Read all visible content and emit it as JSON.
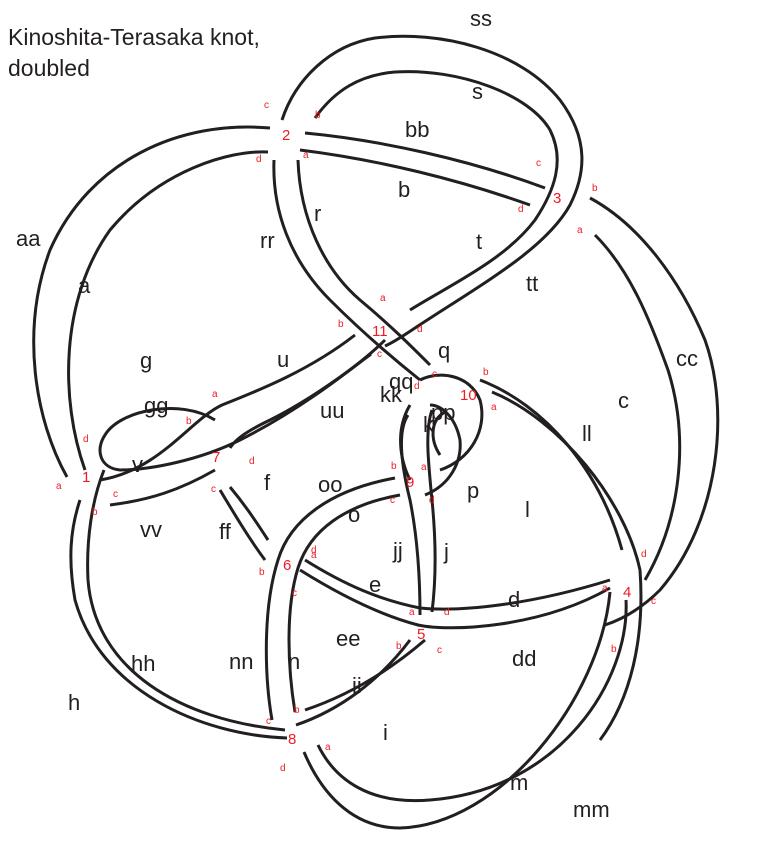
{
  "title": {
    "line1": "Kinoshita-Terasaka knot,",
    "line2": "doubled"
  },
  "colors": {
    "strand": "#231f20",
    "crossing_label": "#ed1c24",
    "background": "#ffffff"
  },
  "segment_labels": [
    "ss",
    "s",
    "bb",
    "b",
    "t",
    "tt",
    "r",
    "rr",
    "aa",
    "a",
    "u",
    "uu",
    "q",
    "qq",
    "g",
    "gg",
    "v",
    "vv",
    "f",
    "ff",
    "kk",
    "k",
    "pp",
    "p",
    "oo",
    "o",
    "jj",
    "j",
    "ll",
    "l",
    "c",
    "cc",
    "e",
    "ee",
    "d",
    "dd",
    "n",
    "nn",
    "hh",
    "h",
    "ii",
    "i",
    "m",
    "mm"
  ],
  "crossings": [
    {
      "number": "1",
      "ends": [
        "a",
        "b",
        "c",
        "d"
      ]
    },
    {
      "number": "2",
      "ends": [
        "a",
        "b",
        "c",
        "d"
      ]
    },
    {
      "number": "3",
      "ends": [
        "a",
        "b",
        "c",
        "d"
      ]
    },
    {
      "number": "4",
      "ends": [
        "a",
        "b",
        "c",
        "d"
      ]
    },
    {
      "number": "5",
      "ends": [
        "a",
        "b",
        "c",
        "d"
      ]
    },
    {
      "number": "6",
      "ends": [
        "a",
        "b",
        "c",
        "d"
      ]
    },
    {
      "number": "7",
      "ends": [
        "a",
        "b",
        "c",
        "d"
      ]
    },
    {
      "number": "8",
      "ends": [
        "a",
        "b",
        "c",
        "d"
      ]
    },
    {
      "number": "9",
      "ends": [
        "a",
        "b",
        "c",
        "d"
      ]
    },
    {
      "number": "10",
      "ends": [
        "a",
        "b",
        "c",
        "d"
      ]
    },
    {
      "number": "11",
      "ends": [
        "a",
        "b",
        "c",
        "d"
      ]
    }
  ]
}
